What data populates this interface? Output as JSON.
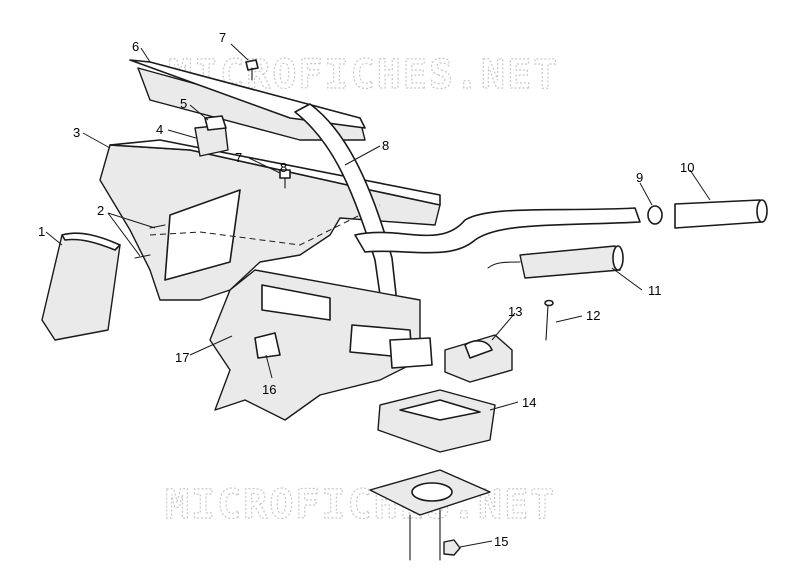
{
  "watermark": {
    "text_top": "MICROFICHES.NET",
    "text_bottom": "MICROFICHES.NET"
  },
  "callouts": {
    "c1": "1",
    "c2": "2",
    "c3": "3",
    "c4": "4",
    "c5": "5",
    "c6": "6",
    "c7a": "7",
    "c7b": "7",
    "c8a": "8",
    "c8b": "8",
    "c9": "9",
    "c10": "10",
    "c11": "11",
    "c12": "12",
    "c13": "13",
    "c14": "14",
    "c15": "15",
    "c16": "16",
    "c17": "17"
  }
}
